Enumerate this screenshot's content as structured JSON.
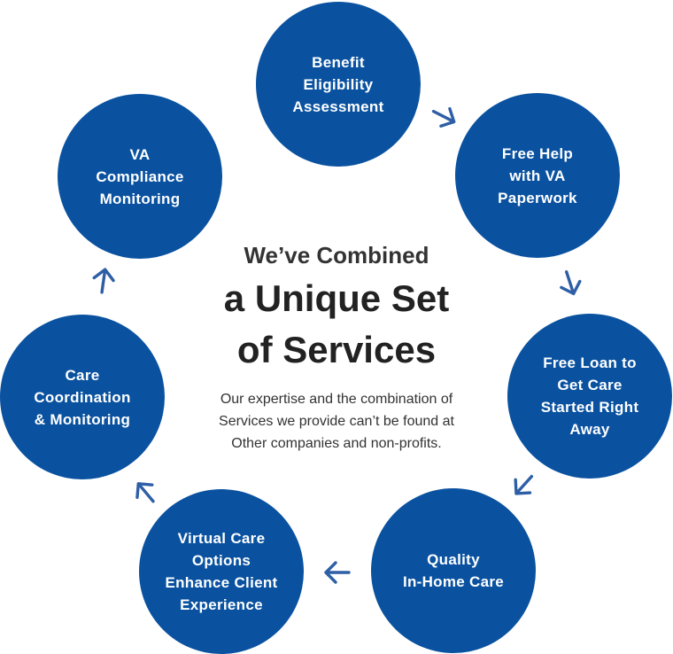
{
  "colors": {
    "circle": "#0A52A0",
    "arrow": "#2E5FA6",
    "heading": "#222222",
    "text": "#333333"
  },
  "heading": {
    "small": "We’ve Combined",
    "large": "a Unique Set\nof Services",
    "description": "Our expertise and the combination of\nServices we provide can’t be found at\nOther companies and non-profits."
  },
  "services": [
    {
      "label": "Benefit\nEligibility\nAssessment"
    },
    {
      "label": "Free Help\nwith VA\nPaperwork"
    },
    {
      "label": "Free Loan to\nGet Care\nStarted Right\nAway"
    },
    {
      "label": "Quality\nIn-Home Care"
    },
    {
      "label": "Virtual Care\nOptions\nEnhance Client\nExperience"
    },
    {
      "label": "Care\nCoordination\n& Monitoring"
    },
    {
      "label": "VA\nCompliance\nMonitoring"
    }
  ],
  "arrows": [
    {
      "icon": "chevron-arrow-icon"
    },
    {
      "icon": "chevron-arrow-icon"
    },
    {
      "icon": "chevron-arrow-icon"
    },
    {
      "icon": "chevron-arrow-icon"
    },
    {
      "icon": "chevron-arrow-icon"
    },
    {
      "icon": "chevron-arrow-icon"
    }
  ]
}
